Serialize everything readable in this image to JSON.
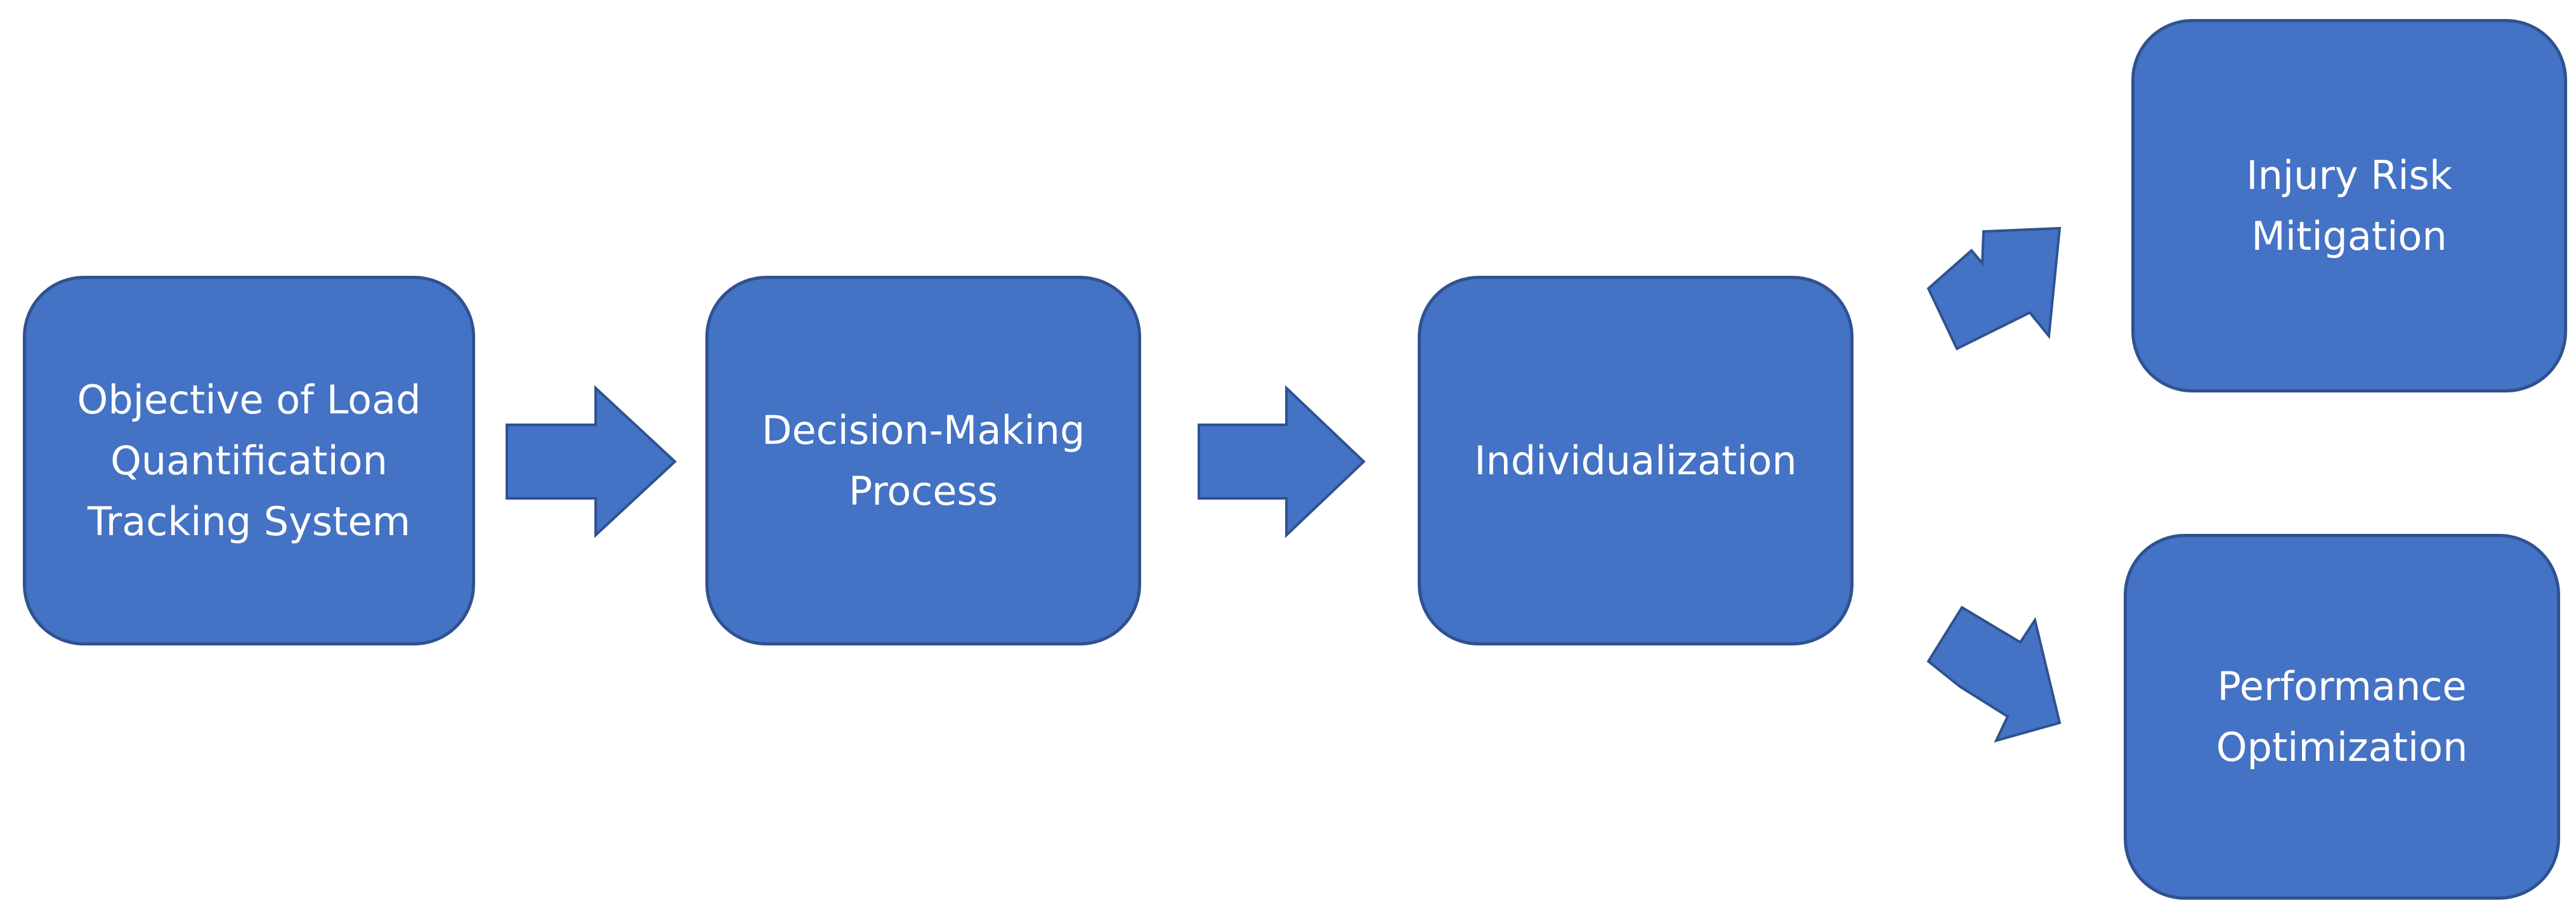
{
  "diagram": {
    "nodes": [
      {
        "id": "n1",
        "label": "Objective of Load\nQuantification\nTracking System"
      },
      {
        "id": "n2",
        "label": "Decision-Making\nProcess"
      },
      {
        "id": "n3",
        "label": "Individualization"
      },
      {
        "id": "n4",
        "label": "Injury Risk\nMitigation"
      },
      {
        "id": "n5",
        "label": "Performance\nOptimization"
      }
    ],
    "edges": [
      {
        "from": "n1",
        "to": "n2"
      },
      {
        "from": "n2",
        "to": "n3"
      },
      {
        "from": "n3",
        "to": "n4"
      },
      {
        "from": "n3",
        "to": "n5"
      }
    ],
    "colors": {
      "box_fill": "#4472c4",
      "box_border": "#2f528f",
      "text": "#ffffff",
      "background": "#ffffff"
    }
  }
}
